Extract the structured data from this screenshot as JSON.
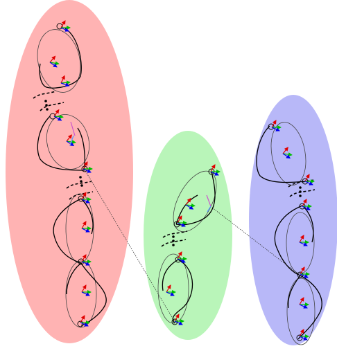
{
  "diagram": {
    "groups": [
      {
        "key": "red",
        "color": "#ffb3b3"
      },
      {
        "key": "green",
        "color": "#b9f5b9"
      },
      {
        "key": "blue",
        "color": "#b8b8f8"
      }
    ],
    "palette": {
      "curve": "#000000",
      "thin": "#444444",
      "axis_x": "#e00000",
      "axis_y": "#00c000",
      "axis_z": "#0000ee",
      "magenta": "#cc55cc",
      "light_blue": "#5599ff"
    }
  }
}
